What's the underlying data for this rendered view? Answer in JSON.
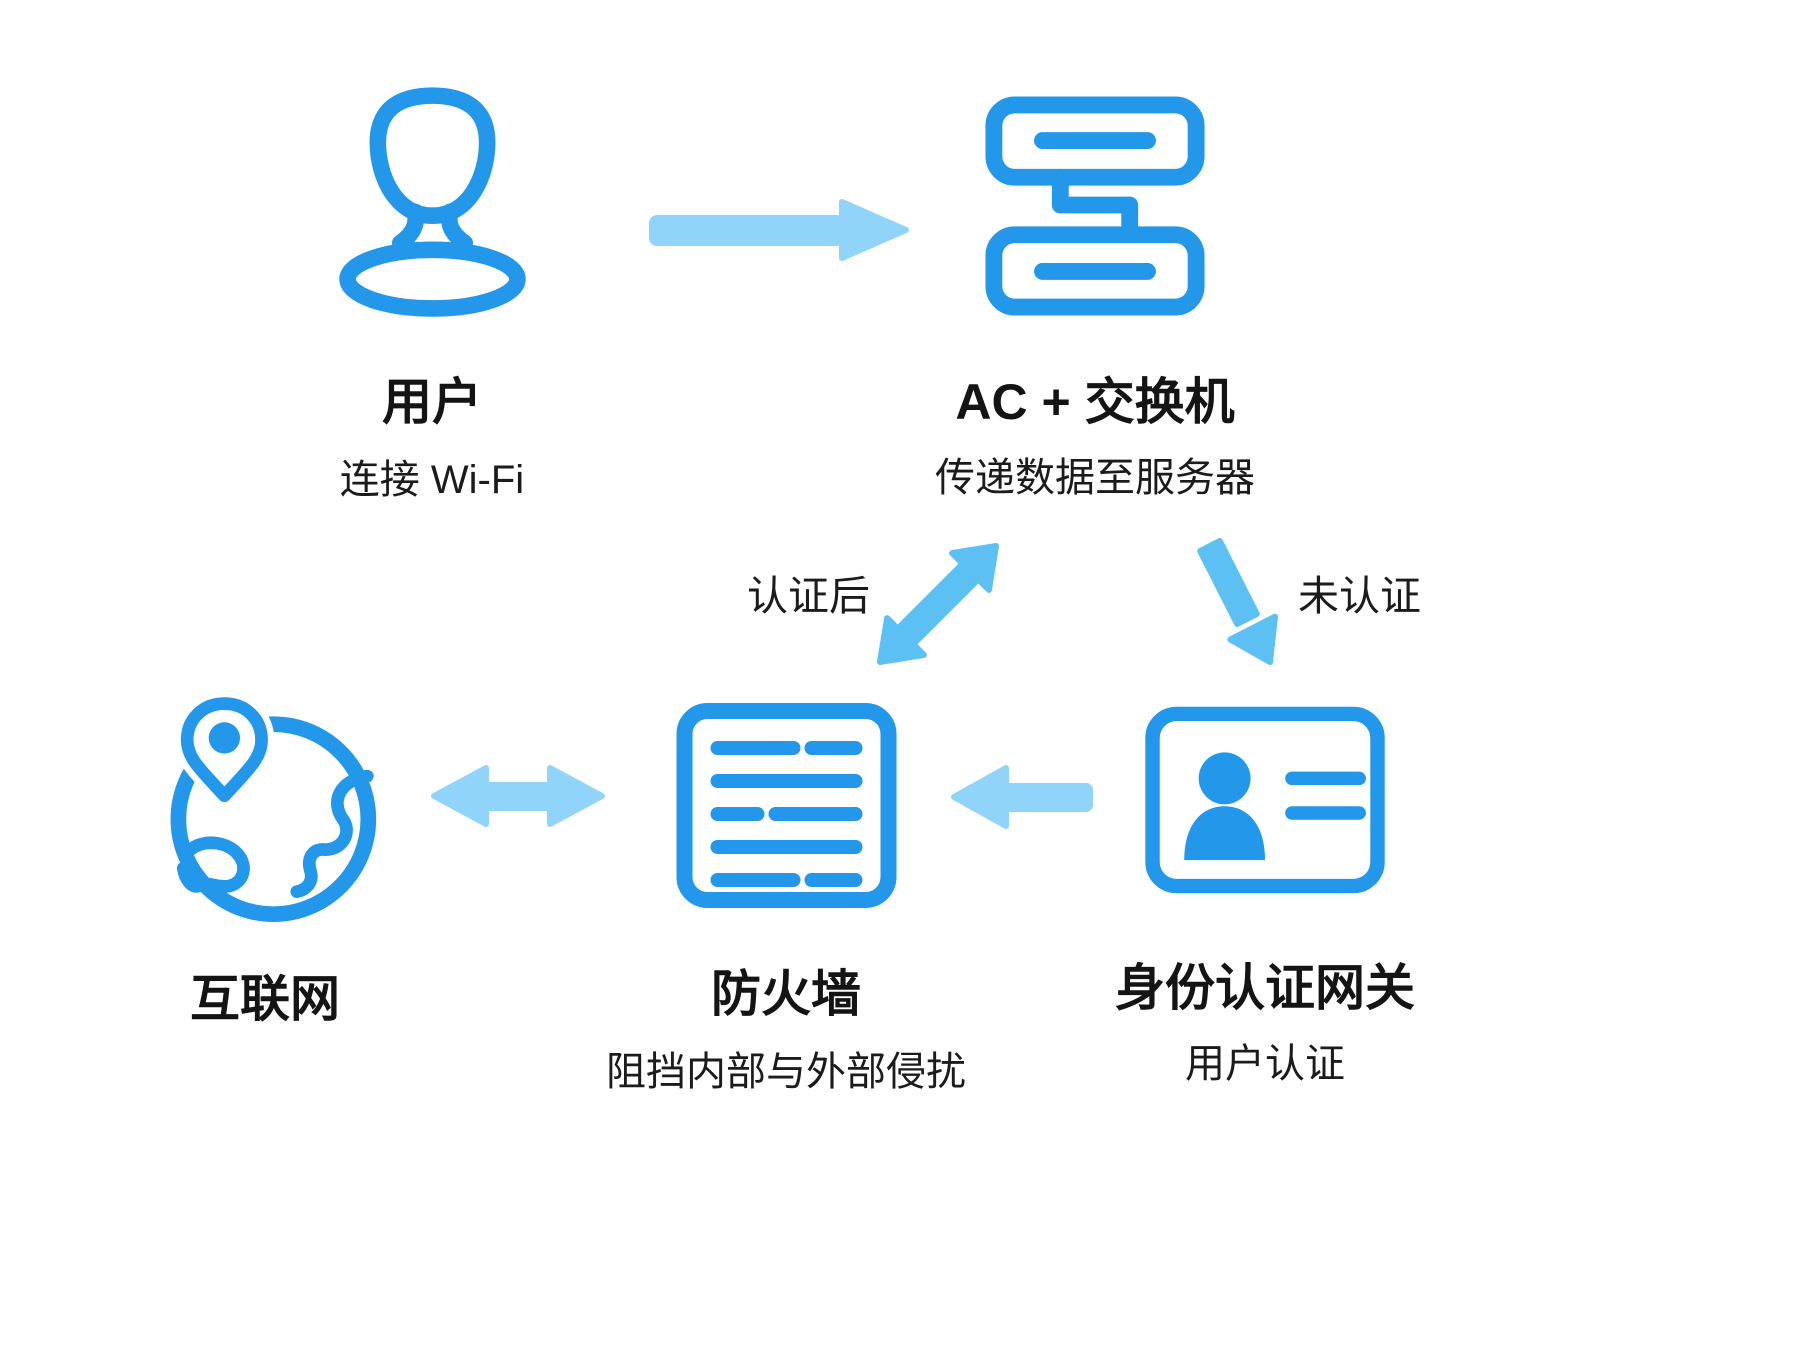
{
  "diagram": {
    "colors": {
      "primary": "#2397ea",
      "arrow_light": "#90d5f9",
      "arrow_medium": "#5cc0f3",
      "text": "#141414"
    },
    "nodes": {
      "user": {
        "icon": "user-icon",
        "title": "用户",
        "subtitle": "连接 Wi-Fi"
      },
      "ac_switch": {
        "icon": "network-switch-icon",
        "title": "AC + 交换机",
        "subtitle": "传递数据至服务器"
      },
      "internet": {
        "icon": "internet-globe-icon",
        "title": "互联网"
      },
      "firewall": {
        "icon": "firewall-icon",
        "title": "防火墙",
        "subtitle": "阻挡内部与外部侵扰"
      },
      "auth_gateway": {
        "icon": "id-card-icon",
        "title": "身份认证网关",
        "subtitle": "用户认证"
      }
    },
    "edges": {
      "user_to_ac_switch": {
        "style": "arrow-right"
      },
      "ac_switch_firewall": {
        "style": "arrow-both-diagonal",
        "label": "认证后"
      },
      "ac_switch_to_gateway": {
        "style": "arrow-down-diagonal",
        "label": "未认证"
      },
      "gateway_to_firewall": {
        "style": "arrow-left"
      },
      "internet_firewall": {
        "style": "arrow-both-horizontal"
      }
    }
  }
}
